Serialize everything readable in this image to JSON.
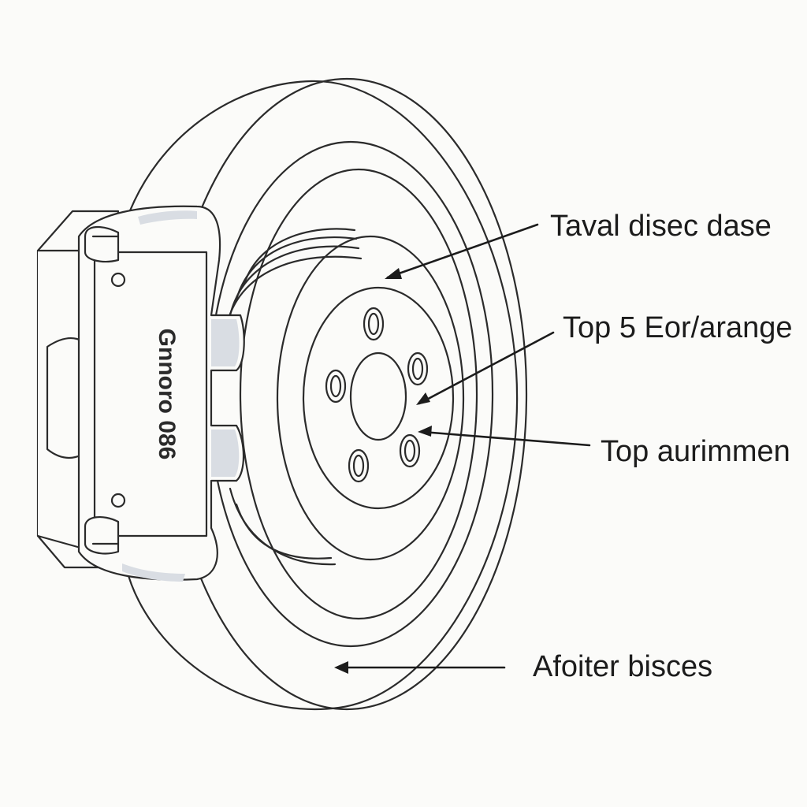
{
  "callouts": [
    {
      "text": "Taval disec dase"
    },
    {
      "text": "Top 5 Eor/arange"
    },
    {
      "text": "Top aurimmen"
    },
    {
      "text": "Afoiter bisces"
    }
  ],
  "caliper": {
    "label": "Gnnoro 086"
  },
  "colors": {
    "line": "#2b2b2b",
    "background": "#fbfbf9",
    "highlight": "#d9dde3"
  }
}
